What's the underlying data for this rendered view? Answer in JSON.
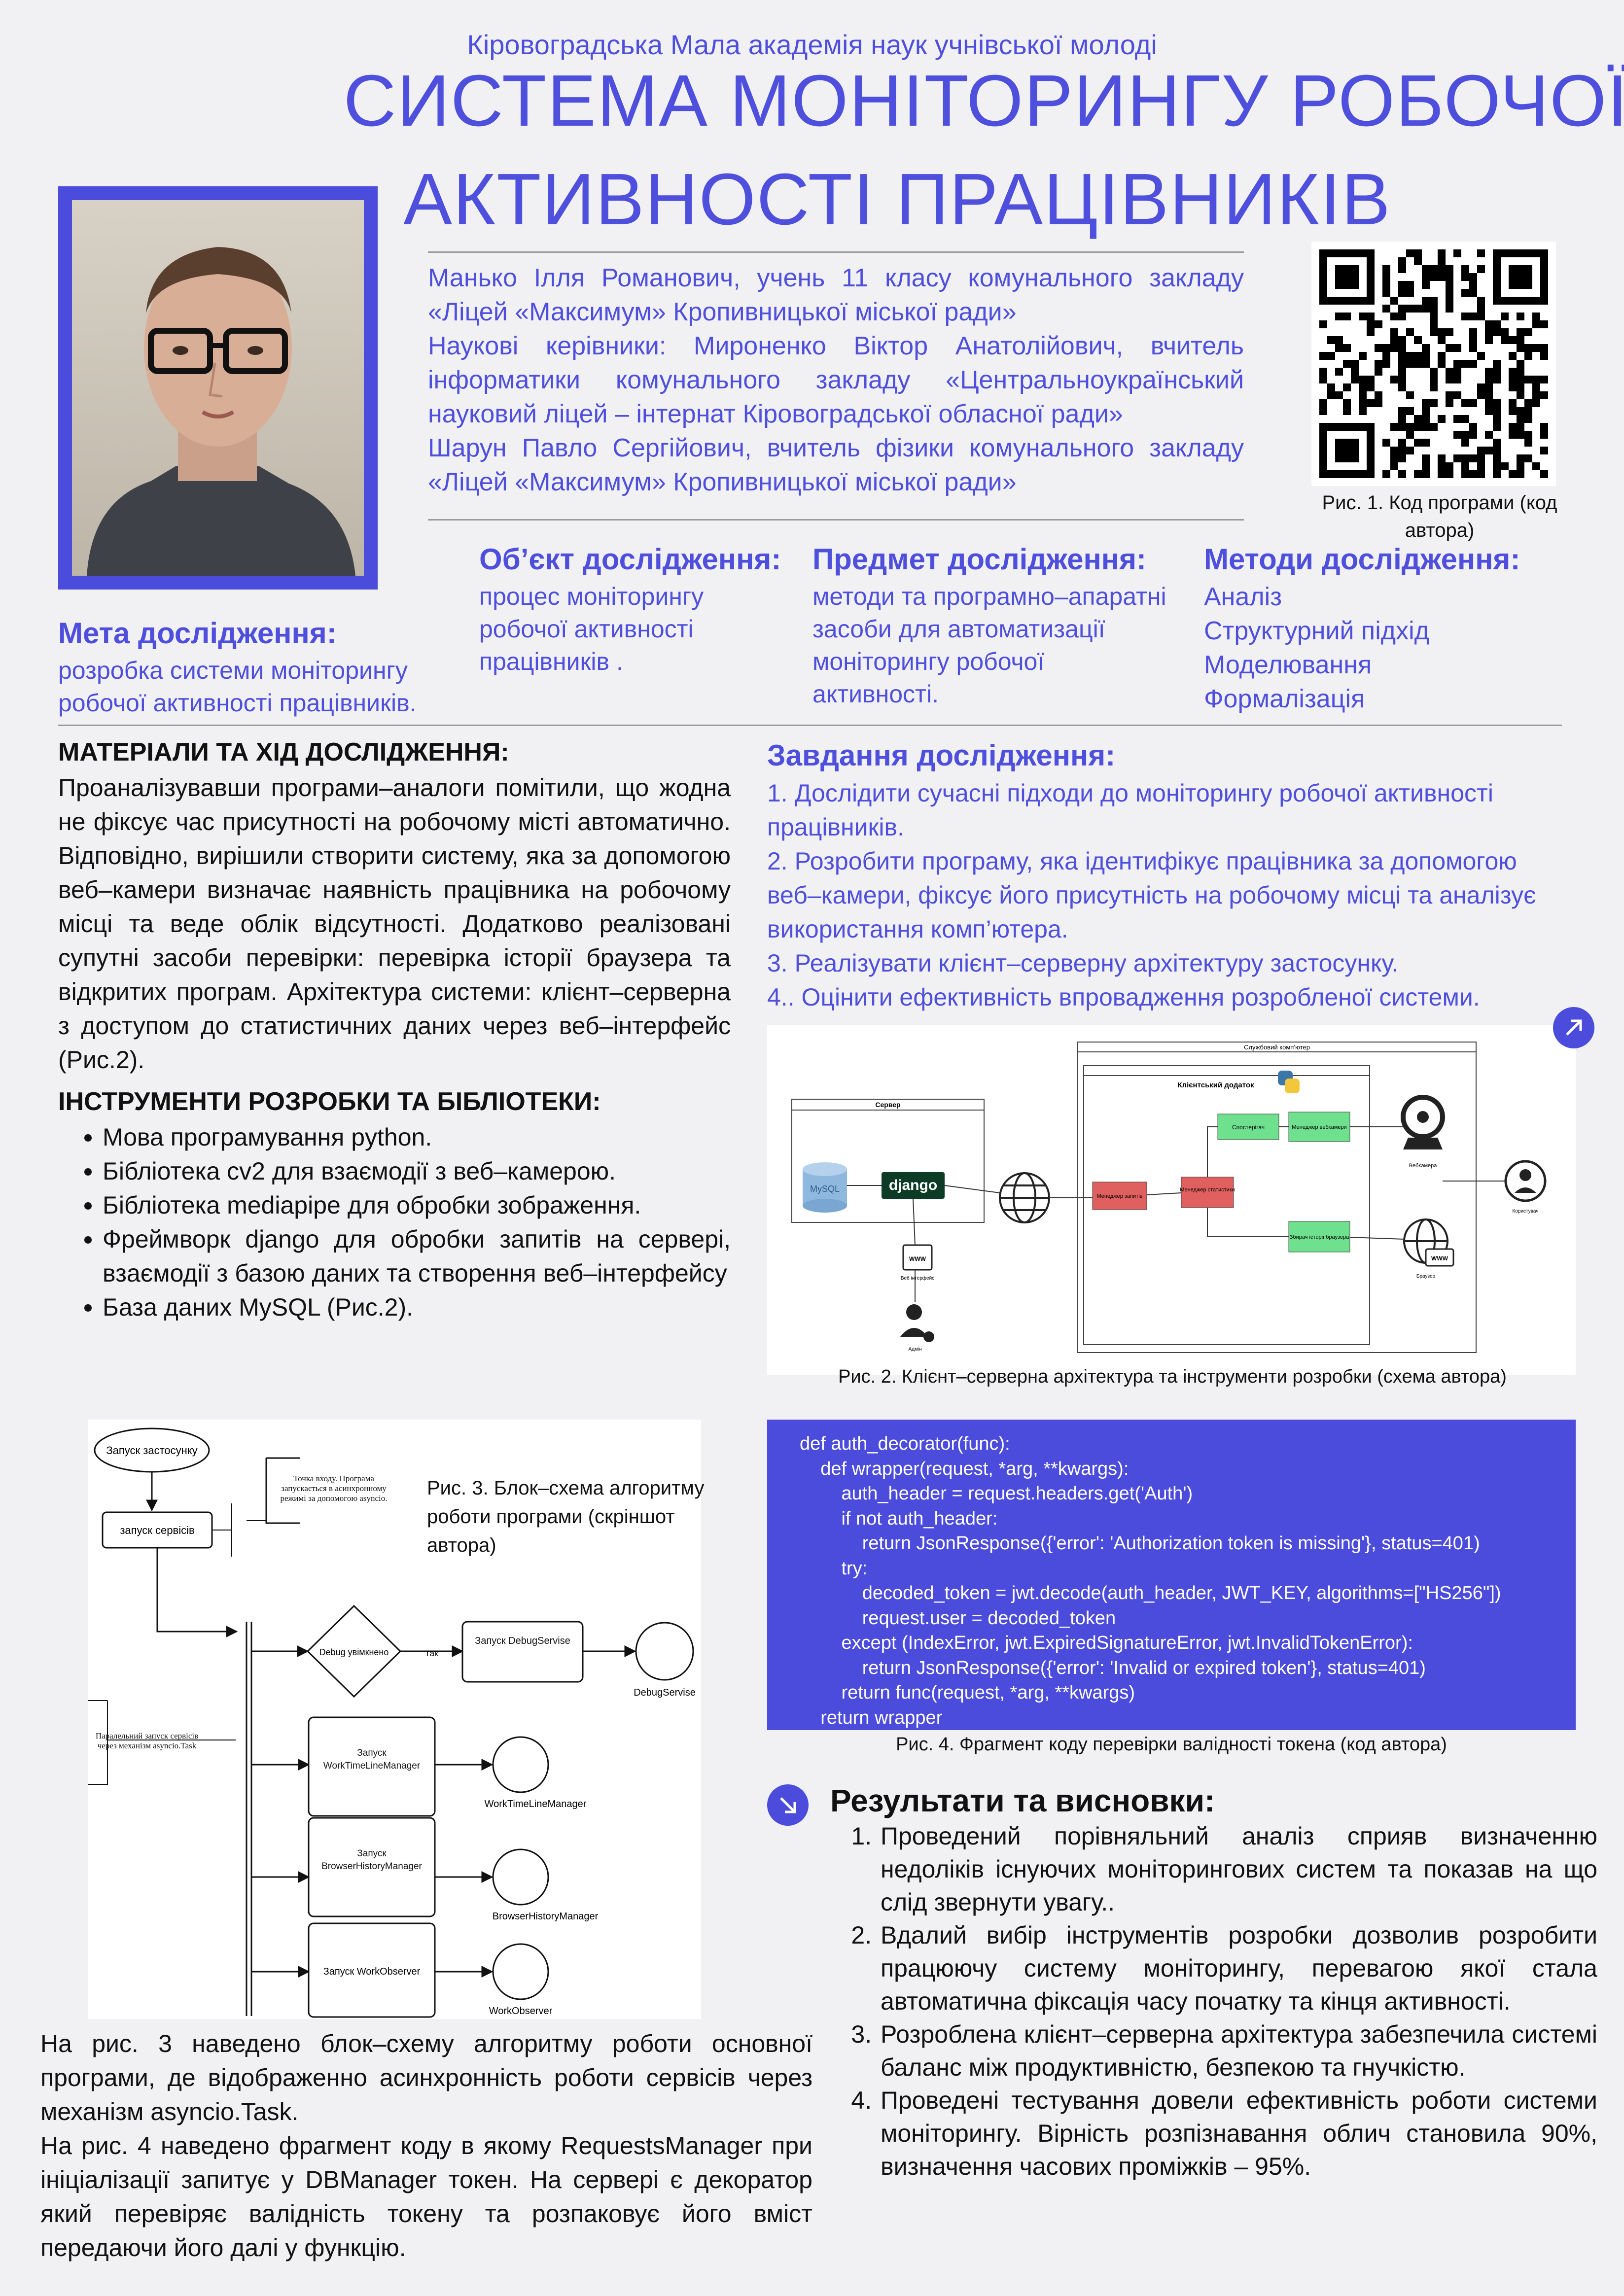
{
  "header": {
    "institution": "Кіровоградська Мала академія наук учнівської молоді",
    "title_line1": "СИСТЕМА МОНІТОРИНГУ РОБОЧОЇ",
    "title_line2": "АКТИВНОСТІ ПРАЦІВНИКІВ"
  },
  "authors": {
    "line1": "Манько Ілля Романович, учень 11 класу комунального закладу «Ліцей «Максимум» Кропивницької міської ради»",
    "line2": "Наукові керівники: Мироненко Віктор Анатолійович, вчитель інформатики комунального закладу «Центральноукраїнський науковий ліцей – інтернат Кіровоградської обласної ради»",
    "line3": "Шарун Павло Сергійович, вчитель фізики комунального закладу «Ліцей «Максимум» Кропивницької міської ради»"
  },
  "qr": {
    "caption": "Рис. 1.  Код  програми (код автора)"
  },
  "goal": {
    "heading": "Мета дослідження:",
    "text": "розробка системи моніторингу робочої активності працівників."
  },
  "object": {
    "heading": "Об’єкт дослідження:",
    "text": "процес моніторингу робочої активності працівників ."
  },
  "subject": {
    "heading": "Предмет дослідження:",
    "text": "методи та програмно–апаратні засоби для автоматизації моніторингу робочої активності."
  },
  "methods": {
    "heading": "Методи дослідження:",
    "items": [
      "Аналіз",
      "Структурний підхід",
      "Моделювання",
      "Формалізація"
    ]
  },
  "materials": {
    "heading": "МАТЕРІАЛИ ТА ХІД ДОСЛІДЖЕННЯ:",
    "text": "Проаналізувавши програми–аналоги помітили, що жодна не фіксує час присутності на робочому місті автоматично. Відповідно, вирішили  створити систему, яка за допомогою веб–камери визначає наявність працівника на робочому місці та веде облік відсутності. Додатково реалізовані супутні засоби перевірки: перевірка історії браузера та відкритих програм. Архітектура системи: клієнт–серверна з доступом до статистичних даних через веб–інтерфейс (Рис.2)."
  },
  "tools": {
    "heading": "ІНСТРУМЕНТИ РОЗРОБКИ ТА БІБЛІОТЕКИ:",
    "items": [
      "Мова програмування python.",
      "Бібліотека cv2 для взаємодії з веб–камерою.",
      "Бібліотека mediapipe для обробки зображення.",
      "Фреймворк django для обробки запитів на сервері, взаємодії з базою даних та створення веб–інтерфейсу",
      "База даних MySQL (Рис.2)."
    ]
  },
  "tasks": {
    "heading": "Завдання дослідження:",
    "items": [
      "1. Дослідити сучасні підходи до моніторингу робочої активності працівників.",
      "2. Розробити програму, яка ідентифікує працівника за допомогою веб–камери, фіксує його присутність на робочому місці та аналізує використання комп’ютера.",
      "3. Реалізувати клієнт–серверну архітектуру застосунку.",
      "4.. Оцінити ефективність впровадження розробленої системи."
    ]
  },
  "arch": {
    "caption": "Рис. 2. Клієнт–серверна архітектура та інструменти розробки (схема автора)",
    "service_pc": "Службовий комп’ютер",
    "client_app": "Клієнтський додаток",
    "server": "Сервер",
    "observer": "Спостерігач",
    "webcam_manager": "Менеджер вебкамери",
    "requests_manager": "Менеджер запитів",
    "stats_manager": "Менеджер статистики",
    "history_collector": "Збирач історії браузера",
    "webcam": "Вебкамера",
    "user": "Користувач",
    "browser": "Браузер",
    "web_interface": "Веб інтерфейс",
    "admin": "Адмін",
    "mysql": "MySQL",
    "django": "django",
    "www": "WWW"
  },
  "flow": {
    "caption": "Рис. 3. Блок–схема алгоритму роботи програми (скріншот автора)",
    "start": "Запуск застосунку",
    "entry_note": "Точка входу. Програма запускається в асинхронному режимі за допомогою asyncio.",
    "start_services": "запуск сервісів",
    "debug_q": "Debug увімкнено",
    "yes": "Так",
    "start_debug": "Запуск DebugServise",
    "debug_end": "DebugServise",
    "parallel_note": "Паралельний запуск сервісів через механізм asyncio.Task",
    "start_wtlm": "Запуск WorkTimeLineManager",
    "wtlm": "WorkTimeLineManager",
    "start_bhm": "Запуск BrowserHistoryManager",
    "bhm": "BrowserHistoryManager",
    "start_wo": "Запуск WorkObserver",
    "wo": "WorkObserver"
  },
  "code": {
    "caption": "Рис. 4. Фрагмент коду  перевірки валідності токена (код автора)",
    "lines": [
      "def auth_decorator(func):",
      "    def wrapper(request, *arg, **kwargs):",
      "        auth_header = request.headers.get('Auth')",
      "        if not auth_header:",
      "            return JsonResponse({'error': 'Authorization token is missing'}, status=401)",
      "        try:",
      "            decoded_token = jwt.decode(auth_header, JWT_KEY, algorithms=[\"HS256\"])",
      "            request.user = decoded_token",
      "        except (IndexError, jwt.ExpiredSignatureError, jwt.InvalidTokenError):",
      "            return JsonResponse({'error': 'Invalid or expired token'}, status=401)",
      "        return func(request, *arg, **kwargs)",
      "    return wrapper"
    ]
  },
  "bottom_text": {
    "p1": "На рис. 3 наведено блок–схему алгоритму роботи основної програми, де відображенно асинхронність роботи сервісів через механізм asyncio.Task.",
    "p2": "На рис. 4 наведено фрагмент коду в якому RequestsManager при ініціалізації запитує у DBManager токен. На сервері є декоратор який перевіряє валідність токену та розпаковує його вміст передаючи його далі у функцію."
  },
  "results": {
    "heading": "Результати та висновки:",
    "items": [
      "Проведений порівняльний аналіз сприяв визначенню недоліків існуючих моніторингових систем та показав на що слід звернути увагу..",
      "Вдалий вибір інструментів розробки дозволив розробити працюючу систему моніторингу, перевагою якої стала автоматична фіксація часу початку та кінця активності.",
      "Розроблена клієнт–серверна архітектура забезпечила системі баланс між продуктивністю, безпекою та гнучкістю.",
      "Проведені тестування довели ефективність роботи системи моніторингу. Вірність розпізнавання облич становила 90%, визначення часових проміжків – 95%."
    ]
  },
  "colors": {
    "accent": "#4b4bdc",
    "text_accent": "#4f4fde",
    "background": "#f1f1f3"
  }
}
